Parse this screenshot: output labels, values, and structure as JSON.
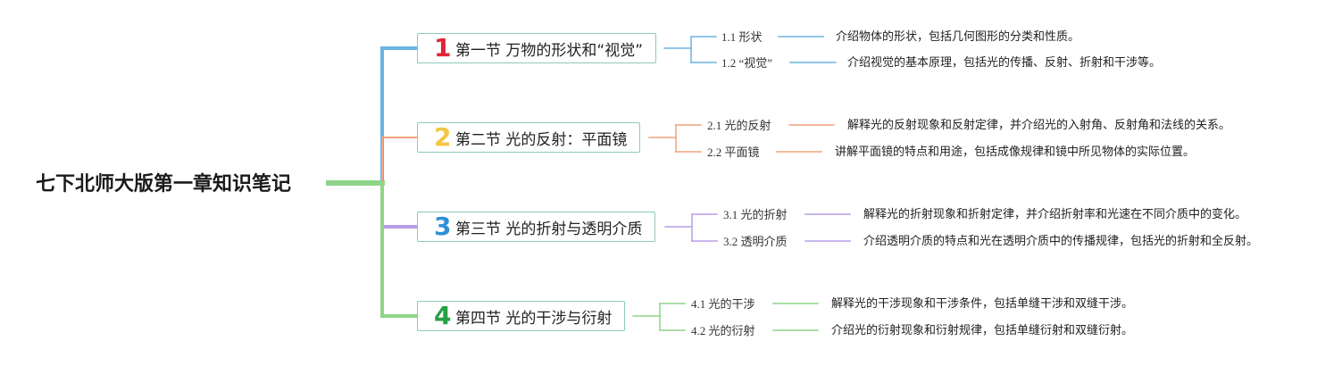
{
  "root": {
    "title": "七下北师大版第一章知识笔记"
  },
  "sections": [
    {
      "number": "1",
      "title": "第一节 万物的形状和“视觉”",
      "color": "#e0243a",
      "line_color": "#6bb3e3",
      "subs": [
        {
          "label": "1.1 形状",
          "desc": "介绍物体的形状，包括几何图形的分类和性质。"
        },
        {
          "label": "1.2 “视觉”",
          "desc": "介绍视觉的基本原理，包括光的传播、反射、折射和干涉等。"
        }
      ]
    },
    {
      "number": "2",
      "title": "第二节 光的反射：平面镜",
      "color": "#f2c743",
      "line_color": "#f0a27c",
      "subs": [
        {
          "label": "2.1 光的反射",
          "desc": "解释光的反射现象和反射定律，并介绍光的入射角、反射角和法线的关系。"
        },
        {
          "label": "2.2 平面镜",
          "desc": "讲解平面镜的特点和用途，包括成像规律和镜中所见物体的实际位置。"
        }
      ]
    },
    {
      "number": "3",
      "title": "第三节 光的折射与透明介质",
      "color": "#2e8fd8",
      "line_color": "#b59ee6",
      "subs": [
        {
          "label": "3.1 光的折射",
          "desc": "解释光的折射现象和折射定律，并介绍折射率和光速在不同介质中的变化。"
        },
        {
          "label": "3.2 透明介质",
          "desc": "介绍透明介质的特点和光在透明介质中的传播规律，包括光的折射和全反射。"
        }
      ]
    },
    {
      "number": "4",
      "title": "第四节 光的干涉与衍射",
      "color": "#27a043",
      "line_color": "#8fd48a",
      "subs": [
        {
          "label": "4.1 光的干涉",
          "desc": "解释光的干涉现象和干涉条件，包括单缝干涉和双缝干涉。"
        },
        {
          "label": "4.2 光的衍射",
          "desc": "介绍光的衍射现象和衍射规律，包括单缝衍射和双缝衍射。"
        }
      ]
    }
  ]
}
